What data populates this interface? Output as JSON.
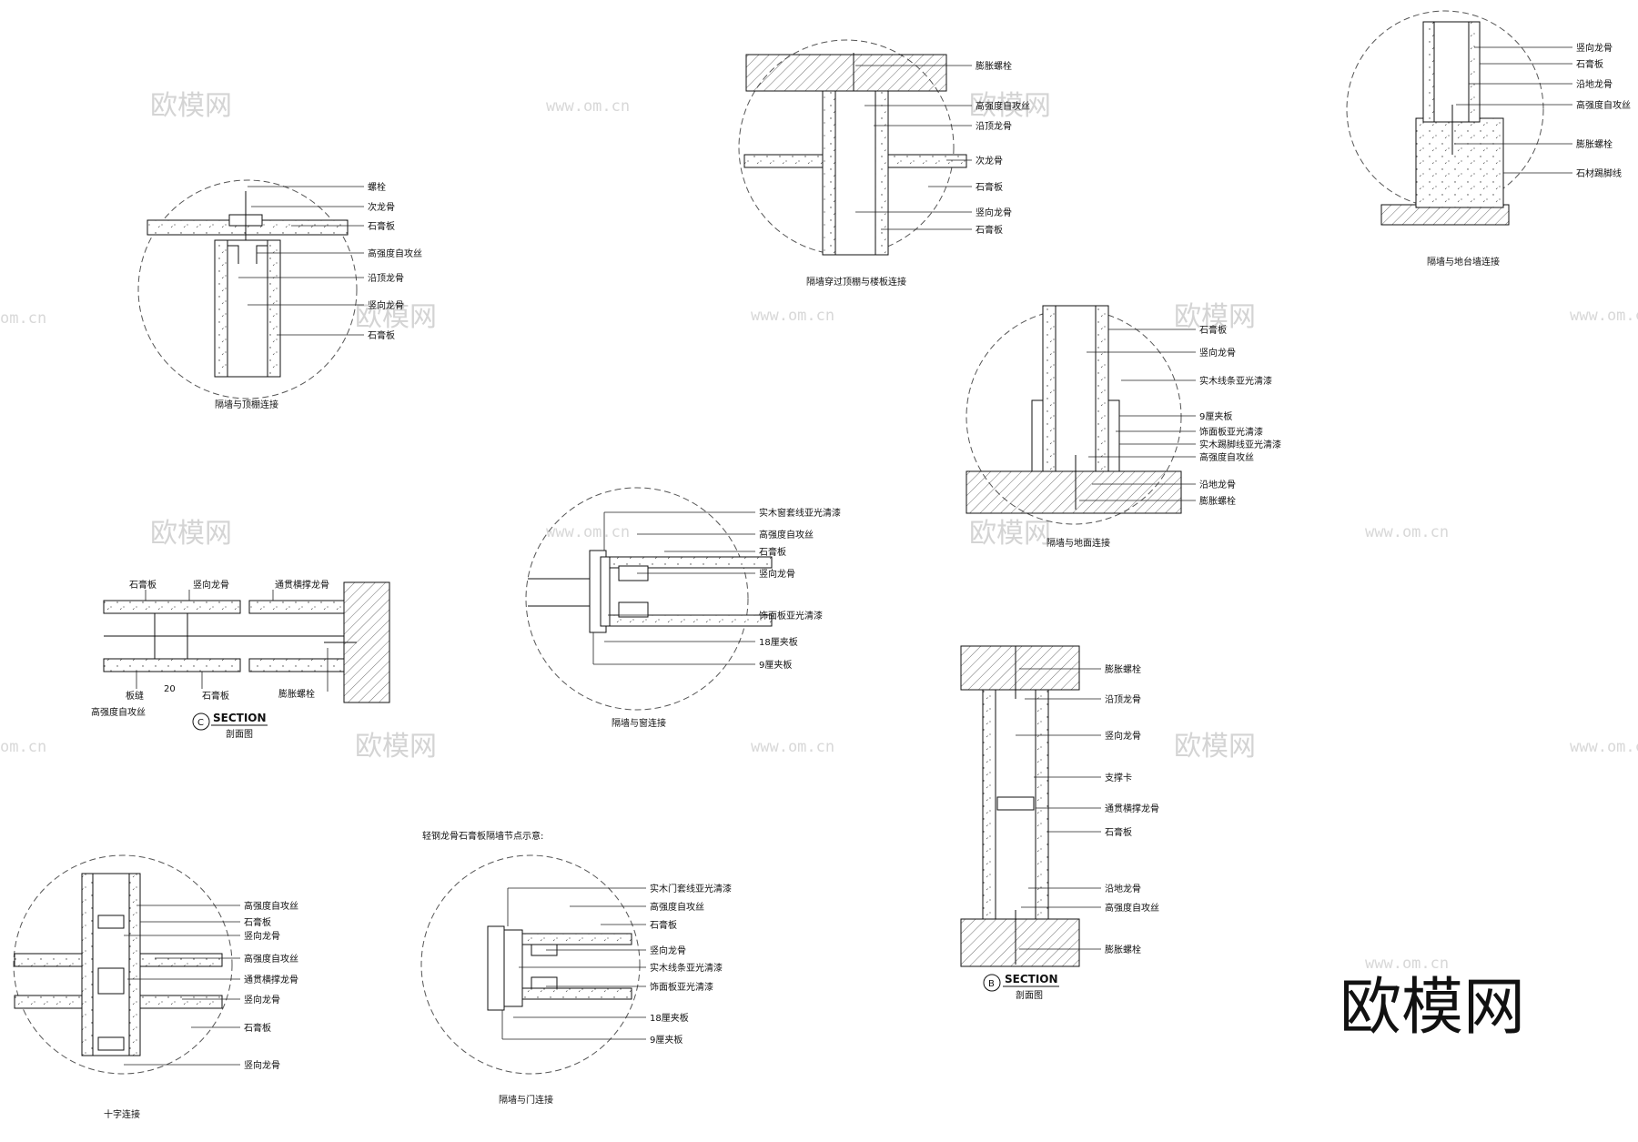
{
  "title": "轻钢龙骨石膏板隔墙节点示意:",
  "watermark": {
    "brand": "欧模网",
    "url": "www.om.cn",
    "url_partial": "om.cn"
  },
  "details": {
    "ceiling": {
      "caption": "隔墙与顶棚连接",
      "labels": [
        "螺栓",
        "次龙骨",
        "石膏板",
        "高强度自攻丝",
        "沿顶龙骨",
        "竖向龙骨",
        "石膏板"
      ]
    },
    "slab": {
      "caption": "隔墙穿过顶棚与楼板连接",
      "labels": [
        "膨胀螺栓",
        "高强度自攻丝",
        "沿顶龙骨",
        "次龙骨",
        "石膏板",
        "竖向龙骨",
        "石膏板"
      ]
    },
    "platform": {
      "caption": "隔墙与地台墙连接",
      "labels": [
        "竖向龙骨",
        "石膏板",
        "沿地龙骨",
        "高强度自攻丝",
        "膨胀螺栓",
        "石材踢脚线"
      ]
    },
    "floor": {
      "caption": "隔墙与地面连接",
      "labels": [
        "石膏板",
        "竖向龙骨",
        "实木线条亚光清漆",
        "9厘夹板",
        "饰面板亚光清漆",
        "实木踢脚线亚光清漆",
        "高强度自攻丝",
        "沿地龙骨",
        "膨胀螺栓"
      ]
    },
    "window": {
      "caption": "隔墙与窗连接",
      "labels": [
        "实木窗套线亚光清漆",
        "高强度自攻丝",
        "石膏板",
        "竖向龙骨",
        "饰面板亚光清漆",
        "18厘夹板",
        "9厘夹板"
      ]
    },
    "section_c": {
      "title": "SECTION",
      "subtitle": "剖面图",
      "mark": "C",
      "dim": "20",
      "labels": [
        "石膏板",
        "竖向龙骨",
        "通贯横撑龙骨",
        "板缝",
        "石膏板",
        "膨胀螺栓",
        "高强度自攻丝"
      ]
    },
    "section_b": {
      "title": "SECTION",
      "subtitle": "剖面图",
      "mark": "B",
      "labels": [
        "膨胀螺栓",
        "沿顶龙骨",
        "竖向龙骨",
        "支撑卡",
        "通贯横撑龙骨",
        "石膏板",
        "沿地龙骨",
        "高强度自攻丝",
        "膨胀螺栓"
      ]
    },
    "cross": {
      "caption": "十字连接",
      "labels": [
        "高强度自攻丝",
        "石膏板",
        "竖向龙骨",
        "高强度自攻丝",
        "通贯横撑龙骨",
        "竖向龙骨",
        "石膏板",
        "竖向龙骨"
      ]
    },
    "door": {
      "caption": "隔墙与门连接",
      "labels": [
        "实木门套线亚光清漆",
        "高强度自攻丝",
        "石膏板",
        "竖向龙骨",
        "实木线条亚光清漆",
        "饰面板亚光清漆",
        "18厘夹板",
        "9厘夹板"
      ]
    }
  }
}
